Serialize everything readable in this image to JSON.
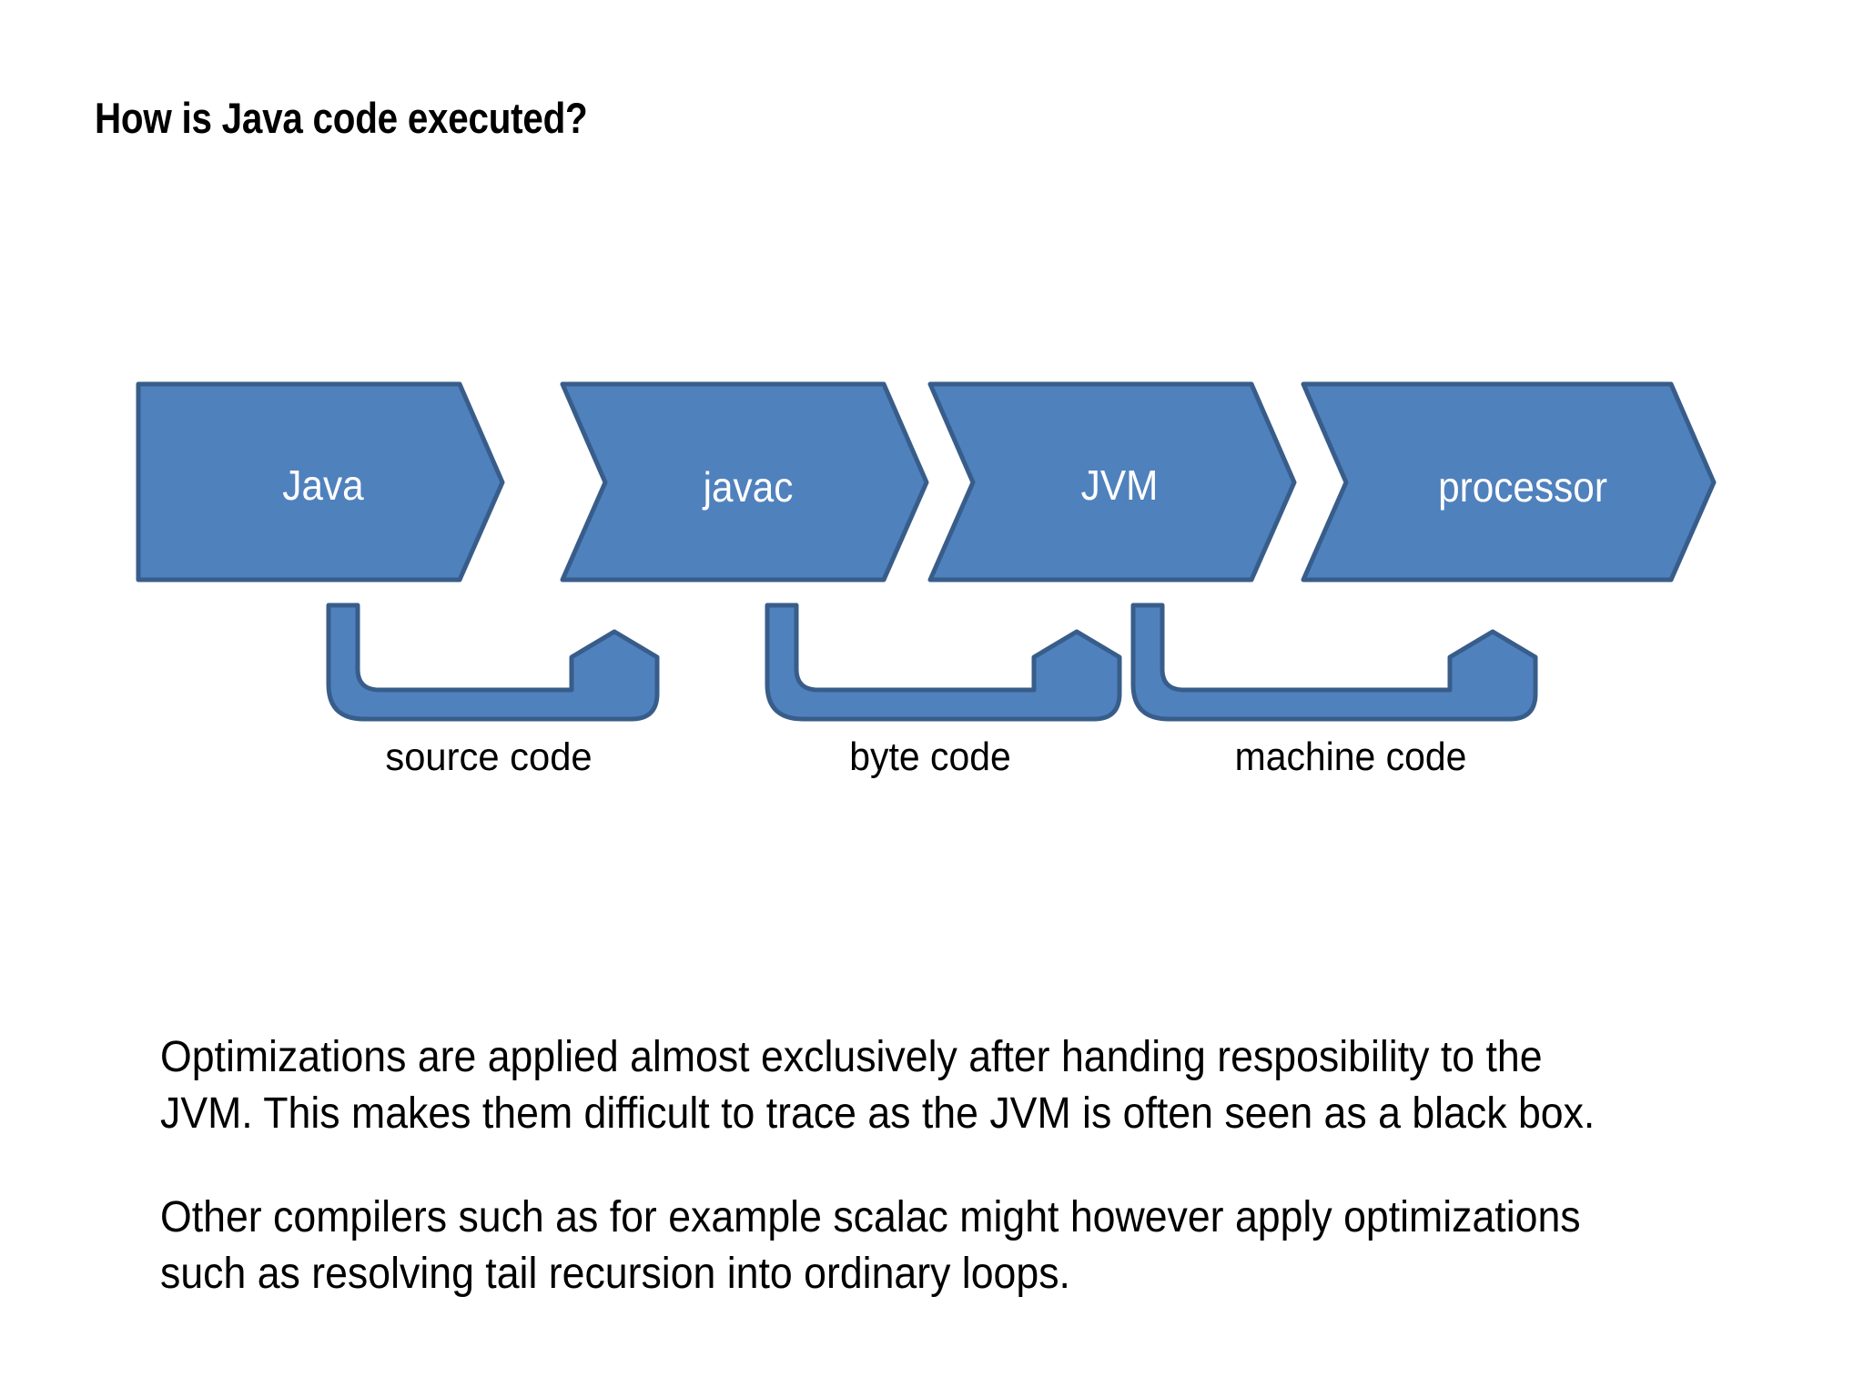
{
  "slide": {
    "title": "How is Java code executed?",
    "background_color": "#FFFFFF"
  },
  "theme": {
    "shape_fill": "#4F81BD",
    "shape_stroke": "#385D8A",
    "shape_text_color": "#FFFFFF",
    "label_text_color": "#000000"
  },
  "diagram": {
    "type": "pipeline",
    "stages": [
      {
        "label": "Java"
      },
      {
        "label": "javac"
      },
      {
        "label": "JVM"
      },
      {
        "label": "processor"
      }
    ],
    "transitions": [
      {
        "label": "source code"
      },
      {
        "label": "byte code"
      },
      {
        "label": "machine code"
      }
    ]
  },
  "body": {
    "paragraphs": [
      "Optimizations are applied almost exclusively after handing resposibility to the JVM. This makes them difficult to trace as the JVM is often seen as a black box.",
      "Other compilers such as for example scalac might however apply optimizations such as resolving tail recursion into ordinary loops."
    ]
  }
}
